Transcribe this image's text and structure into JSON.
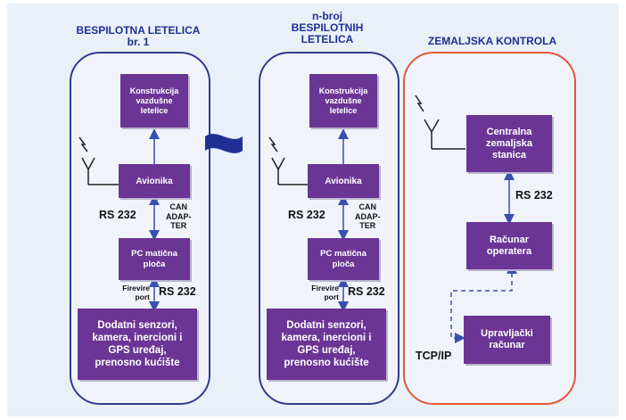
{
  "uav1": {
    "title": "BESPILOTNA LETELICA\nbr. 1",
    "construction": "Konstrukcija\nvazdušne\nletelice",
    "avionics": "Avionika",
    "pc": "PC matična\nploča",
    "sensors": "Dodatni senzori,\nkamera, inercioni i\nGPS uređaj,\nprenosno kućište",
    "rs232_top": "RS 232",
    "can": "CAN\nADAP-\nTER",
    "firewire": "Firevire\nport",
    "rs232_bottom": "RS 232"
  },
  "uavN": {
    "title": "n-broj\nBESPILOTNIH\nLETELICA",
    "construction": "Konstrukcija\nvazdušne\nletelice",
    "avionics": "Avionika",
    "pc": "PC matična\nploča",
    "sensors": "Dodatni senzori,\nkamera, inercioni i\nGPS uređaj,\nprenosno kućište",
    "rs232_top": "RS 232",
    "can": "CAN\nADAP-\nTER",
    "firewire": "Firevire\nport",
    "rs232_bottom": "RS 232"
  },
  "ground": {
    "title": "ZEMALJSKA KONTROLA",
    "central": "Centralna\nzemaljska\nstanica",
    "operator": "Računar\noperatera",
    "control": "Upravljački\nračunar",
    "rs232": "RS 232",
    "tcpip": "TCP/IP"
  },
  "colors": {
    "box": "#6b3595",
    "uav_border": "#323b8f",
    "ground_border": "#e4563a",
    "arrow": "#3a4fb0",
    "title": "#1f2f94"
  },
  "icons": [
    "antenna-icon",
    "lightning-icon",
    "wave-link-icon"
  ]
}
